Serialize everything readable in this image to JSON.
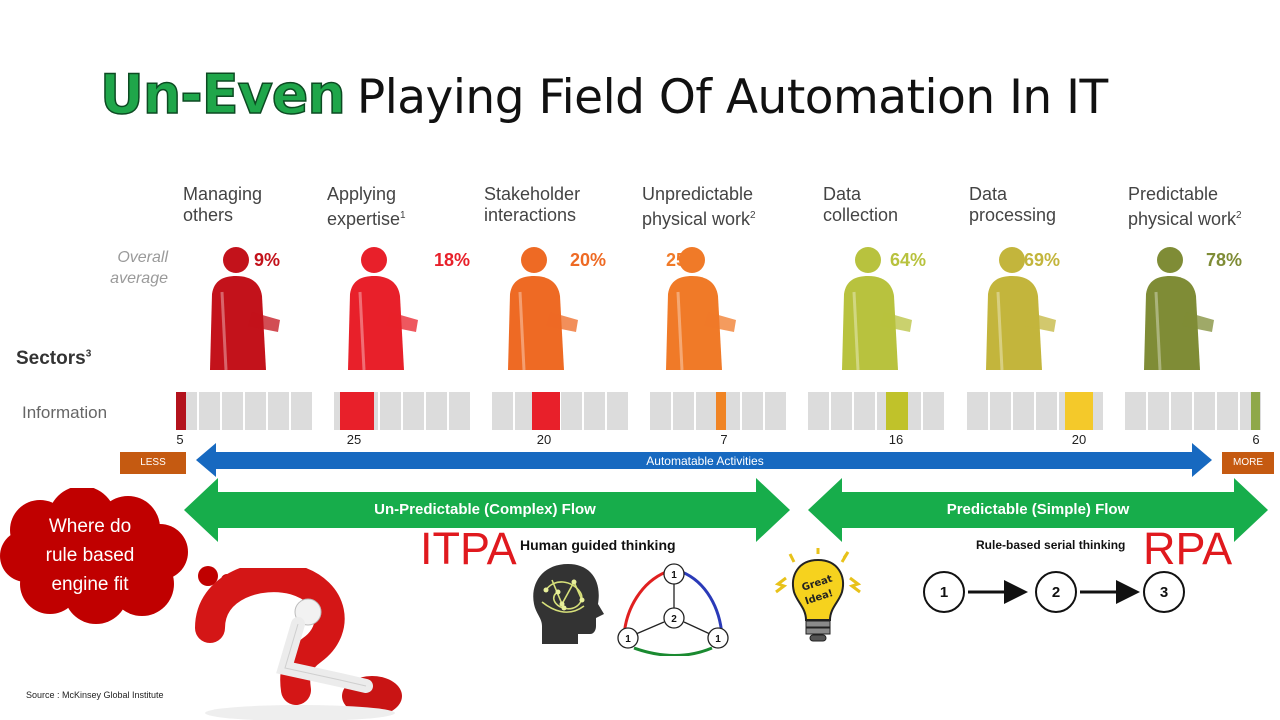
{
  "title": {
    "part1": "Un-Even",
    "part2": "Playing Field Of Automation In IT"
  },
  "overall_label": [
    "Overall",
    "average"
  ],
  "categories": [
    {
      "lines": [
        "Managing",
        "others"
      ],
      "sup": "",
      "percent": "9%",
      "color": "#c3121b"
    },
    {
      "lines": [
        "Applying",
        "expertise"
      ],
      "sup": "1",
      "percent": "18%",
      "color": "#e8202a"
    },
    {
      "lines": [
        "Stakeholder",
        "interactions"
      ],
      "sup": "",
      "percent": "20%",
      "color": "#ee6a24"
    },
    {
      "lines": [
        "Unpredictable",
        "physical work"
      ],
      "sup": "2",
      "percent": "25%",
      "color": "#f07a28"
    },
    {
      "lines": [
        "Data",
        "collection"
      ],
      "sup": "",
      "percent": "64%",
      "color": "#b8c23e"
    },
    {
      "lines": [
        "Data",
        "processing"
      ],
      "sup": "",
      "percent": "69%",
      "color": "#c3b53c"
    },
    {
      "lines": [
        "Predictable",
        "physical work"
      ],
      "sup": "2",
      "percent": "78%",
      "color": "#7f8c36"
    }
  ],
  "sectors": {
    "label": "Sectors",
    "sup": "3",
    "row_label": "Information"
  },
  "chart_data": {
    "type": "bar",
    "categories": [
      "Managing others",
      "Applying expertise",
      "Stakeholder interactions",
      "Unpredictable physical work",
      "Data collection",
      "Data processing",
      "Predictable physical work"
    ],
    "overall_average_percent": [
      9,
      18,
      20,
      25,
      64,
      69,
      78
    ],
    "series": [
      {
        "name": "Information",
        "values": [
          5,
          25,
          20,
          7,
          16,
          20,
          6
        ]
      }
    ],
    "highlight_colors": [
      "#b3121c",
      "#e8202a",
      "#e8202a",
      "#f08424",
      "#c0c22a",
      "#f4c92a",
      "#8fa84a"
    ]
  },
  "scale": {
    "less": "LESS",
    "more": "MORE",
    "label": "Automatable Activities"
  },
  "flows": {
    "complex": "Un-Predictable (Complex) Flow",
    "simple": "Predictable (Simple) Flow"
  },
  "cloud": [
    "Where do",
    "rule based",
    "engine fit"
  ],
  "itpa": "ITPA",
  "rpa": "RPA",
  "human_guided": "Human guided thinking",
  "rule_based": "Rule-based serial thinking",
  "triangle_nodes": [
    "1",
    "2",
    "1",
    "1"
  ],
  "serial_nodes": [
    "1",
    "2",
    "3"
  ],
  "bulb_text": [
    "Great",
    "Idea!"
  ],
  "source": "Source : McKinsey Global Institute",
  "colors": {
    "green_arrow": "#17ad4b",
    "blue_arrow": "#1769c0",
    "itpa_red": "#e0191e",
    "scale_orange": "#c55a11"
  }
}
